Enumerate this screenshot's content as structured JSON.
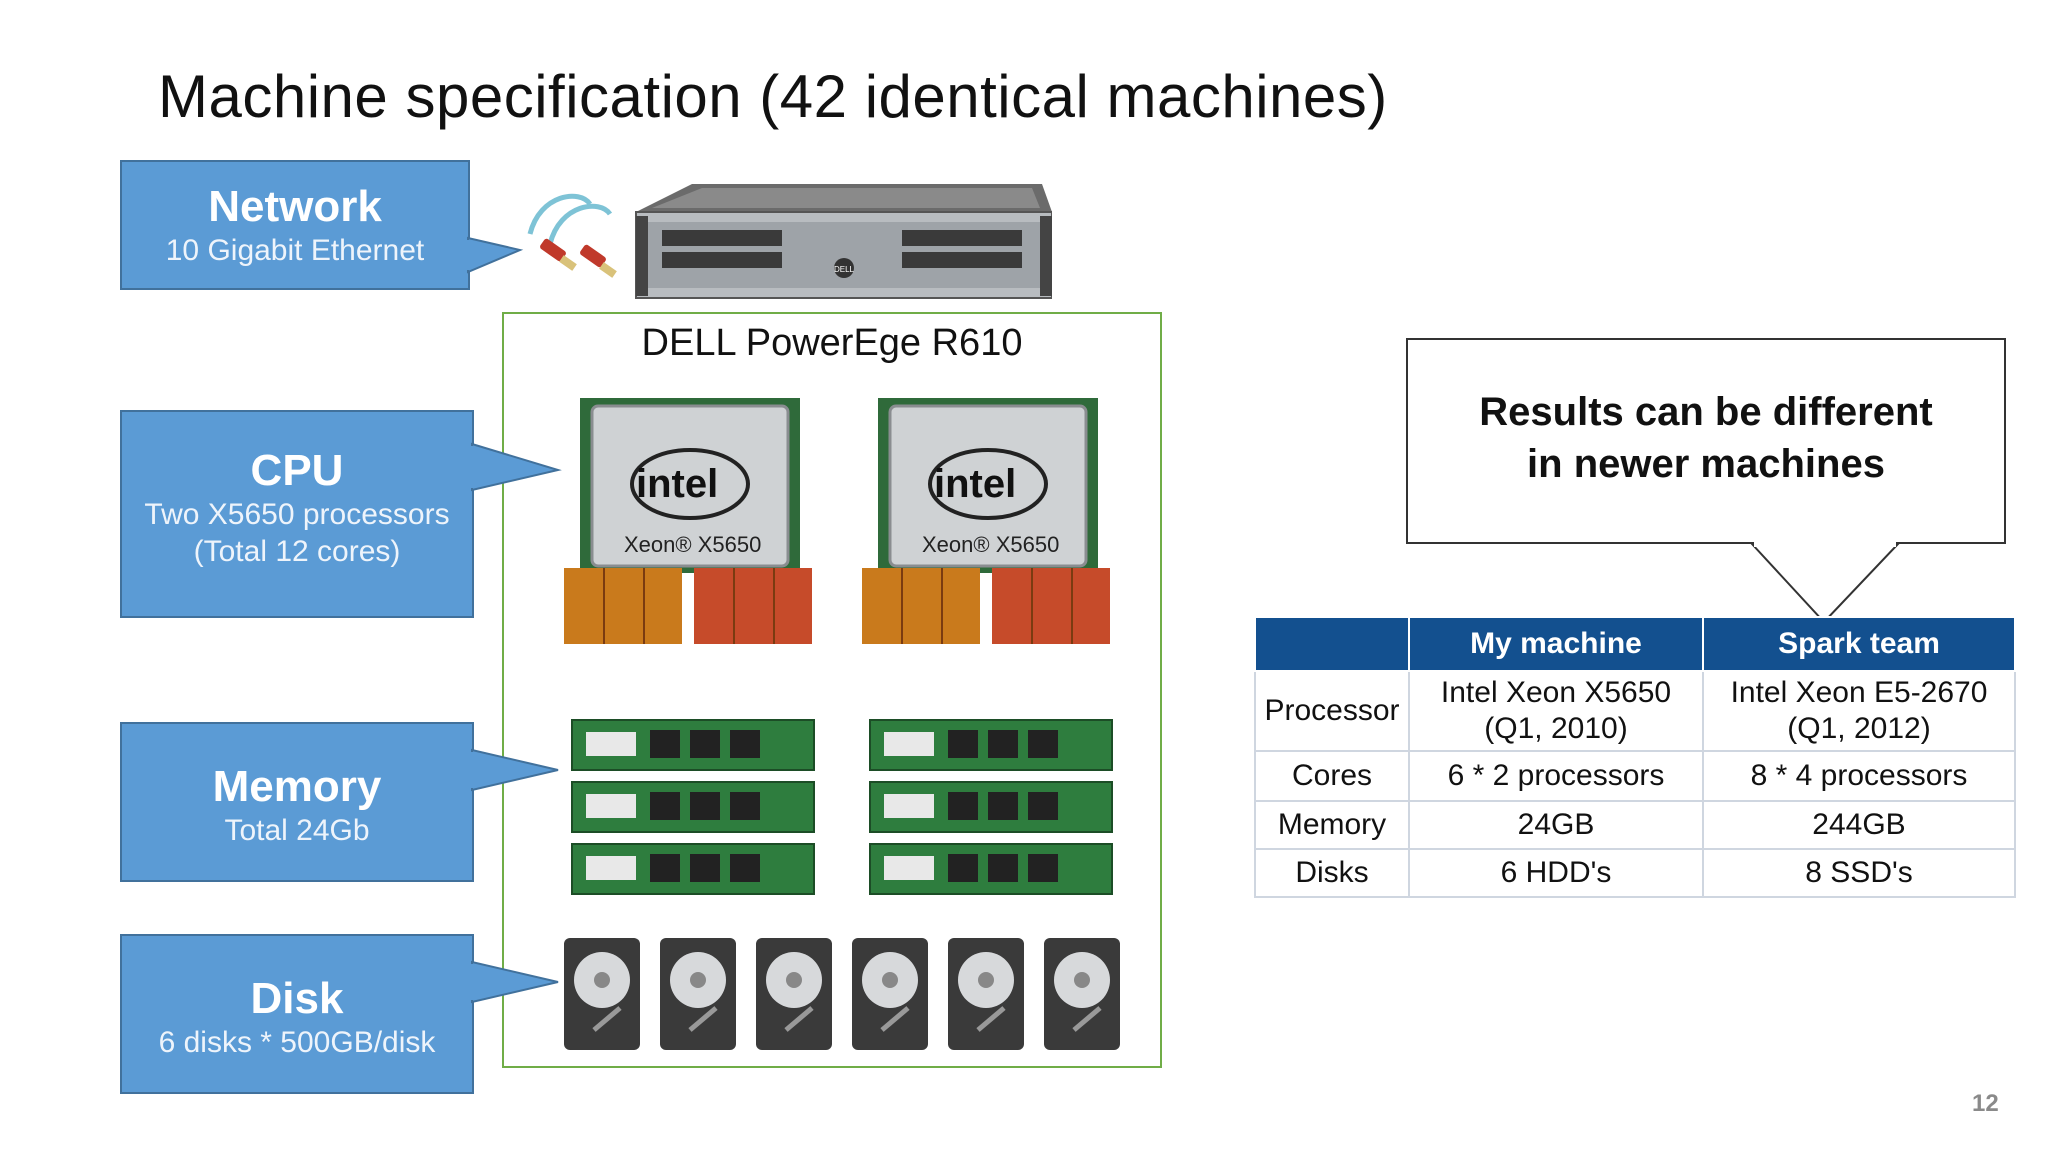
{
  "slide": {
    "title": "Machine specification (42 identical machines)",
    "page_number": "12"
  },
  "callouts": {
    "network": {
      "title": "Network",
      "subtitle": "10 Gigabit Ethernet"
    },
    "cpu": {
      "title": "CPU",
      "line1": "Two X5650 processors",
      "line2": "(Total 12 cores)"
    },
    "memory": {
      "title": "Memory",
      "subtitle": "Total 24Gb"
    },
    "disk": {
      "title": "Disk",
      "subtitle": "6 disks * 500GB/disk"
    }
  },
  "server": {
    "label": "DELL PowerEge R610",
    "cpu_brand": "intel",
    "cpu_model": "Xeon® X5650"
  },
  "note": {
    "line1": "Results can be different",
    "line2": "in newer machines"
  },
  "table": {
    "headers": [
      "",
      "My machine",
      "Spark team"
    ],
    "rows": [
      {
        "label": "Processor",
        "mine": [
          "Intel Xeon X5650",
          "(Q1, 2010)"
        ],
        "spark": [
          "Intel Xeon E5-2670",
          "(Q1, 2012)"
        ]
      },
      {
        "label": "Cores",
        "mine": [
          "6 * 2 processors"
        ],
        "spark": [
          "8 * 4 processors"
        ]
      },
      {
        "label": "Memory",
        "mine": [
          "24GB"
        ],
        "spark": [
          "244GB"
        ]
      },
      {
        "label": "Disks",
        "mine": [
          "6 HDD's"
        ],
        "spark": [
          "8 SSD's"
        ]
      }
    ]
  },
  "colors": {
    "callout_fill": "#5b9bd5",
    "table_header": "#13508f",
    "frame_green": "#70ad47"
  }
}
